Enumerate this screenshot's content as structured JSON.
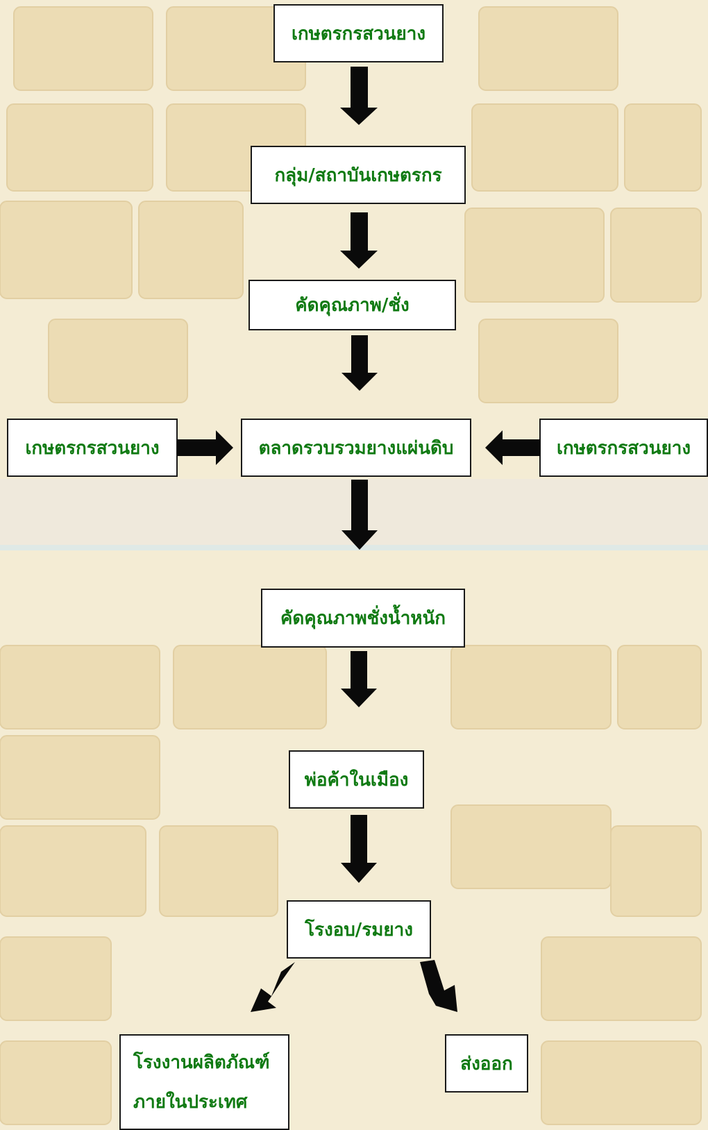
{
  "flowchart": {
    "nodes": {
      "farmer_top": "เกษตรกรสวนยาง",
      "farmer_group": "กลุ่ม/สถาบันเกษตรกร",
      "quality_weigh": "คัดคุณภาพ/ชั่ง",
      "farmer_left": "เกษตรกรสวนยาง",
      "central_market": "ตลาดรวบรวมยางแผ่นดิบ",
      "farmer_right": "เกษตรกรสวนยาง",
      "quality_weight": "คัดคุณภาพชั่งน้ำหนัก",
      "local_trader": "พ่อค้าในเมือง",
      "smoke_house": "โรงอบ/รมยาง",
      "factory_line1": "โรงงานผลิตภัณฑ์",
      "factory_line2": "ภายในประเทศ",
      "export": "ส่งออก"
    },
    "colors": {
      "text": "#0f7a12",
      "arrow": "#0a0a0a",
      "box_border": "#1a1a1a",
      "background": "#f3ead2"
    }
  }
}
